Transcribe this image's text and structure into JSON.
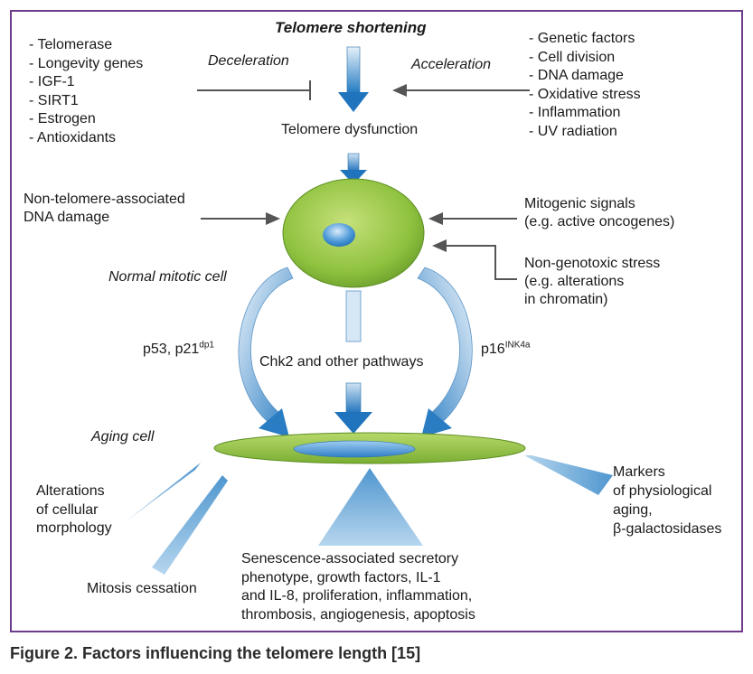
{
  "diagram": {
    "top_title": "Telomere shortening",
    "deceleration_label": "Deceleration",
    "acceleration_label": "Acceleration",
    "decelerators": [
      "- Telomerase",
      "- Longevity genes",
      "- IGF-1",
      "- SIRT1",
      "- Estrogen",
      "- Antioxidants"
    ],
    "accelerators": [
      "- Genetic factors",
      "- Cell division",
      "- DNA damage",
      "- Oxidative stress",
      "- Inflammation",
      "- UV radiation"
    ],
    "telomere_dysfunction": "Telomere dysfunction",
    "non_telomere_damage": [
      "Non-telomere-associated",
      "DNA damage"
    ],
    "mitogenic_signals": [
      "Mitogenic signals",
      "(e.g. active oncogenes)"
    ],
    "non_genotoxic_stress": [
      "Non-genotoxic stress",
      "(e.g. alterations",
      "in chromatin)"
    ],
    "normal_mitotic_cell": "Normal mitotic cell",
    "p53_pathway": "p53, p21",
    "p53_sup": "dp1",
    "chk2_pathway": "Chk2 and other pathways",
    "p16_pathway": "p16",
    "p16_sup": "INK4a",
    "aging_cell": "Aging cell",
    "outcome_morphology": [
      "Alterations",
      "of cellular",
      "morphology"
    ],
    "outcome_mitosis": "Mitosis cessation",
    "outcome_sasp": [
      "Senescence-associated secretory",
      "phenotype, growth factors, IL-1",
      "and IL-8, proliferation, inflammation,",
      "thrombosis, angiogenesis, apoptosis"
    ],
    "outcome_markers": [
      "Markers",
      "of physiological",
      "aging,",
      "β-galactosidases"
    ]
  },
  "caption": "Figure 2. Factors influencing the telomere length [15]",
  "colors": {
    "frame": "#6d3a8c",
    "cell_green": "#8fc23f",
    "nucleus_blue": "#3a8ad0",
    "arrow_blue": "#1f78c1",
    "light_blue": "#a9cbe6",
    "wedge_blue": "#6aaad6",
    "inhibit_gray": "#555555"
  }
}
